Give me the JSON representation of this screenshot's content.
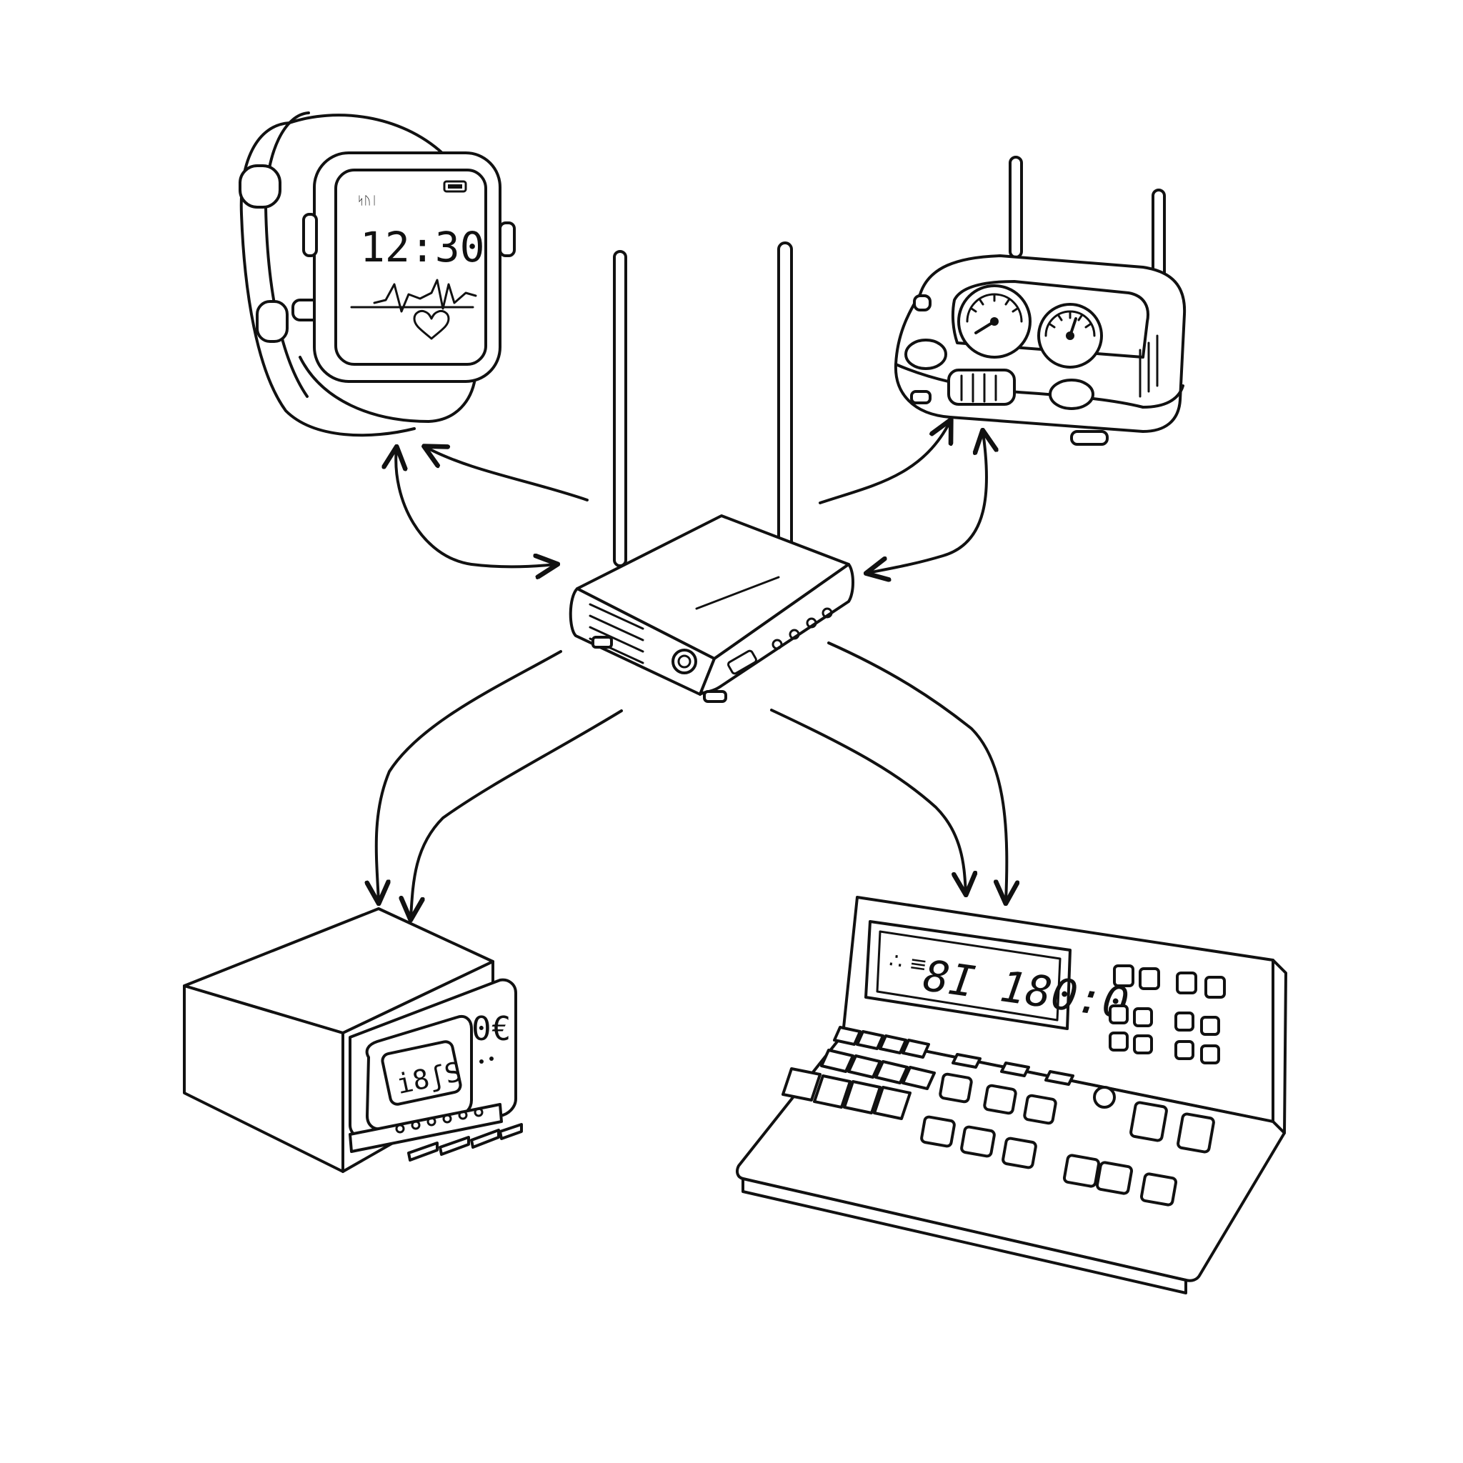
{
  "colors": {
    "ink": "#111111",
    "paper": "#ffffff"
  },
  "devices": {
    "smartwatch": {
      "icon": "smartwatch-icon",
      "status_glyphs": "ᛋᚢᛁ",
      "time": "12:30",
      "heart_icon": "heart-icon"
    },
    "gauge_device": {
      "icon": "gauge-router-icon"
    },
    "hub_router": {
      "icon": "wireless-router-icon"
    },
    "display_box": {
      "icon": "digital-module-icon",
      "screen_text": "i8ʃS",
      "side_readout": "0€"
    },
    "control_console": {
      "icon": "control-console-icon",
      "display_small": "∴ ≡",
      "display_text": "8I 180:0"
    }
  },
  "connections": [
    {
      "from": "hub_router",
      "to": "smartwatch",
      "direction": "bidirectional"
    },
    {
      "from": "hub_router",
      "to": "gauge_device",
      "direction": "bidirectional"
    },
    {
      "from": "hub_router",
      "to": "display_box",
      "direction": "to-device"
    },
    {
      "from": "hub_router",
      "to": "control_console",
      "direction": "to-device"
    }
  ]
}
